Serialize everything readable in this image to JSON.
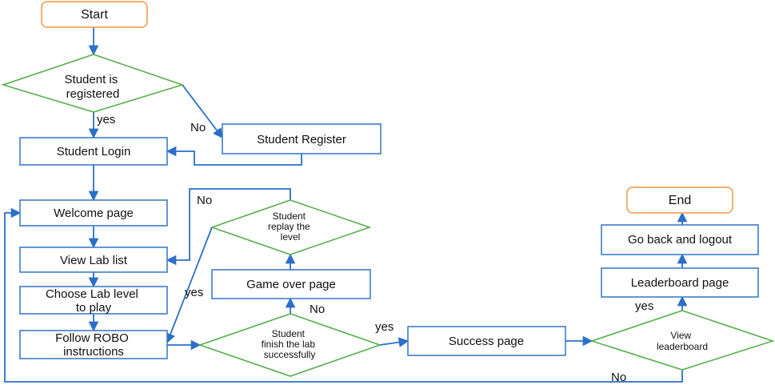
{
  "nodes": {
    "start": "Start",
    "registered": [
      "Student is",
      "registered"
    ],
    "login": "Student Login",
    "register": "Student Register",
    "welcome": "Welcome page",
    "view_lab": "View Lab list",
    "choose_lab": [
      "Choose Lab level",
      "to play"
    ],
    "follow": [
      "Follow ROBO",
      "instructions"
    ],
    "replay": [
      "Student",
      "replay the",
      "level"
    ],
    "game_over": "Game over page",
    "finish": [
      "Student",
      "finish the lab",
      "successfully"
    ],
    "success": "Success page",
    "view_leaderboard": [
      "View",
      "leaderboard"
    ],
    "leaderboard": "Leaderboard page",
    "logout": "Go back and logout",
    "end": "End"
  },
  "labels": {
    "yes_registered": "yes",
    "no_registered": "No",
    "no_replay": "No",
    "yes_replay": "yes",
    "no_finish": "No",
    "yes_finish": "yes",
    "yes_leaderboard": "yes",
    "no_leaderboard": "No"
  },
  "colors": {
    "terminal_border": "#f4a460",
    "decision_border": "#55b04a",
    "process_border": "#3d7dc8",
    "arrow": "#2a6fc9"
  }
}
